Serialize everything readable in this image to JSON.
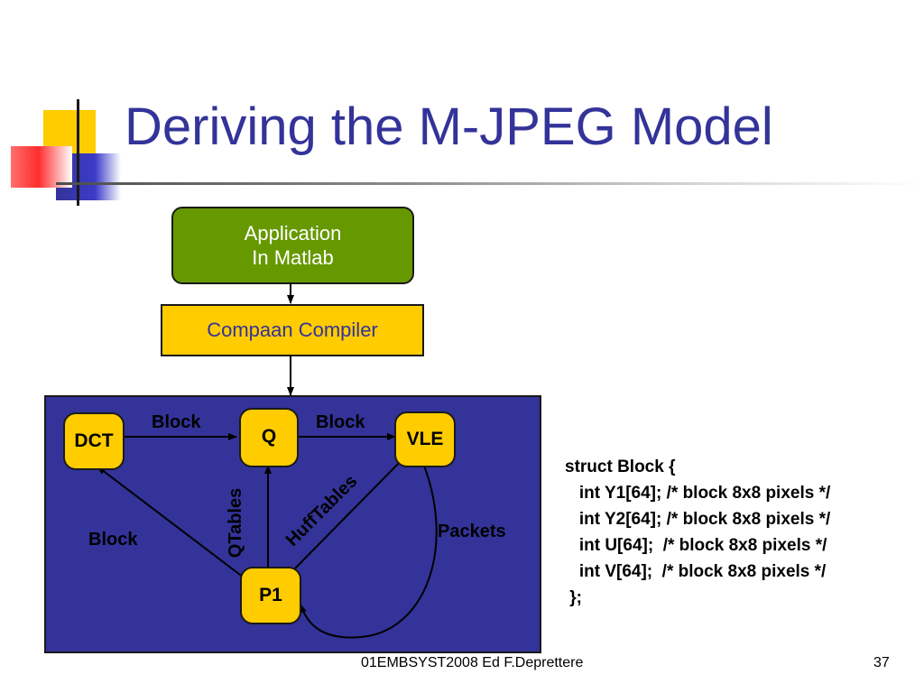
{
  "slide": {
    "title": "Deriving the M-JPEG Model",
    "footer": "01EMBSYST2008 Ed F.Deprettere",
    "number": "37"
  },
  "flow": {
    "application": {
      "line1": "Application",
      "line2": "In Matlab"
    },
    "compiler": "Compaan Compiler"
  },
  "network": {
    "nodes": {
      "dct": "DCT",
      "q": "Q",
      "vle": "VLE",
      "p1": "P1"
    },
    "edges": {
      "dct_to_q": "Block",
      "q_to_vle": "Block",
      "p1_to_dct": "Block",
      "p1_to_q": "QTables",
      "p1_to_vle": "HuffTables",
      "vle_to_p1": "Packets"
    }
  },
  "code": [
    "struct Block {",
    "   int Y1[64]; /* block 8x8 pixels */",
    "   int Y2[64]; /* block 8x8 pixels */",
    "   int U[64];  /* block 8x8 pixels */",
    "   int V[64];  /* block 8x8 pixels */",
    " };"
  ],
  "colors": {
    "title": "#333399",
    "application_box": "#669900",
    "compiler_box": "#ffcc00",
    "network_panel": "#333399",
    "node_fill": "#ffcc00"
  }
}
